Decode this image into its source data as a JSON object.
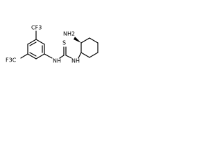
{
  "molecule": {
    "labels": {
      "cf3_top": "CF3",
      "cf3_bottom": "F3C",
      "nh_left": "NH",
      "s": "S",
      "nh_right": "NH",
      "nh2": "NH2"
    },
    "colors": {
      "bond": "#000000",
      "text": "#000000",
      "background": "#ffffff"
    }
  }
}
